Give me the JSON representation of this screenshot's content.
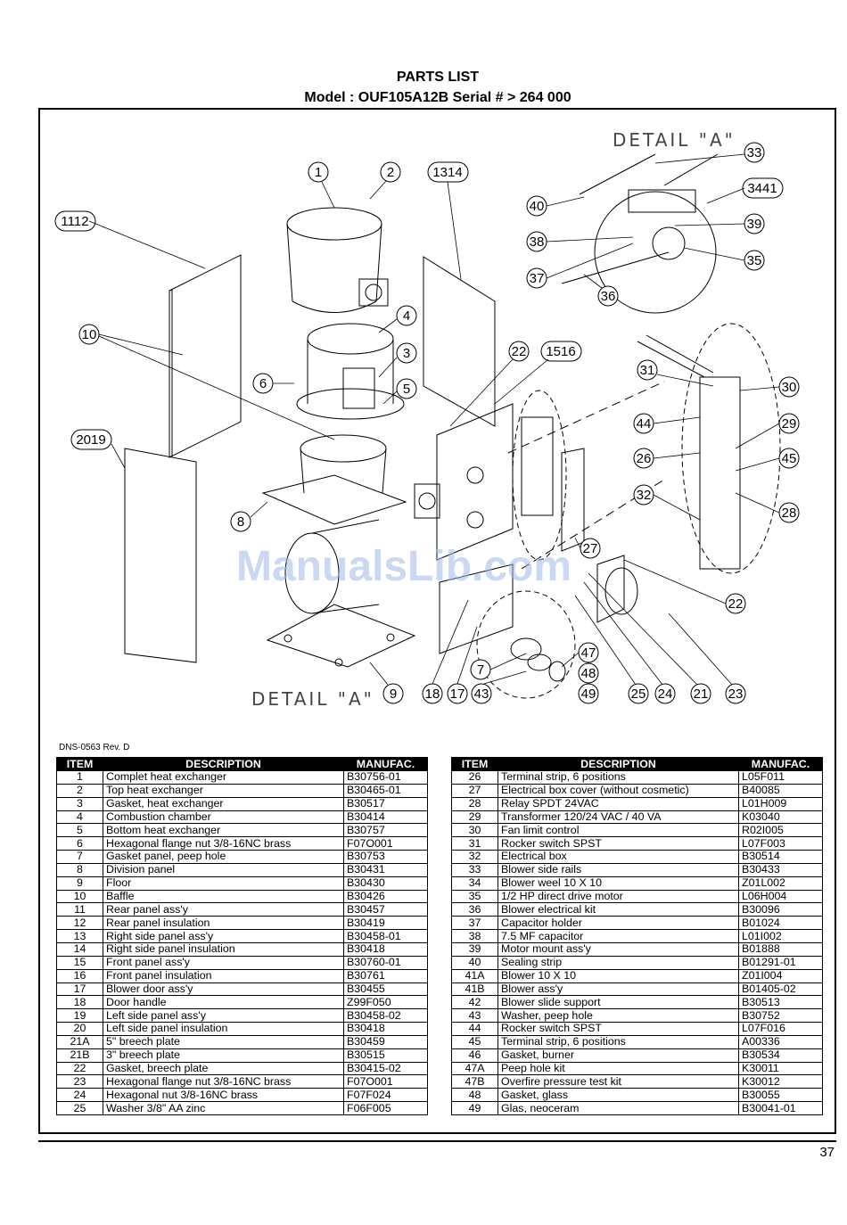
{
  "header": {
    "title": "PARTS LIST",
    "model_line": "Model : OUF105A12B Serial # > 264 000"
  },
  "drawing": {
    "detail_label_top": "DETAIL \"A\"",
    "detail_label_bottom": "DETAIL \"A\"",
    "watermark": "ManualsLib.com",
    "callouts": [
      "1",
      "2",
      "1314",
      "1112",
      "4",
      "3",
      "5",
      "6",
      "10",
      "2019",
      "8",
      "22",
      "1516",
      "31",
      "30",
      "29",
      "44",
      "26",
      "45",
      "32",
      "28",
      "27",
      "22",
      "7",
      "43",
      "17",
      "18",
      "9",
      "47",
      "48",
      "49",
      "25",
      "24",
      "21",
      "23",
      "33",
      "3441",
      "40",
      "38",
      "39",
      "35",
      "37",
      "36"
    ]
  },
  "doc_ref": "DNS-0563 Rev. D",
  "table_headers": {
    "item": "ITEM",
    "description": "DESCRIPTION",
    "manufac": "MANUFAC."
  },
  "parts_left": [
    {
      "item": "1",
      "description": "Complet heat exchanger",
      "manufac": "B30756-01"
    },
    {
      "item": "2",
      "description": "Top heat exchanger",
      "manufac": "B30465-01"
    },
    {
      "item": "3",
      "description": "Gasket, heat exchanger",
      "manufac": "B30517"
    },
    {
      "item": "4",
      "description": "Combustion chamber",
      "manufac": "B30414"
    },
    {
      "item": "5",
      "description": "Bottom heat exchanger",
      "manufac": "B30757"
    },
    {
      "item": "6",
      "description": "Hexagonal flange nut 3/8-16NC brass",
      "manufac": "F07O001"
    },
    {
      "item": "7",
      "description": "Gasket panel, peep hole",
      "manufac": "B30753"
    },
    {
      "item": "8",
      "description": "Division panel",
      "manufac": "B30431"
    },
    {
      "item": "9",
      "description": "Floor",
      "manufac": "B30430"
    },
    {
      "item": "10",
      "description": "Baffle",
      "manufac": "B30426"
    },
    {
      "item": "11",
      "description": "Rear panel ass'y",
      "manufac": "B30457"
    },
    {
      "item": "12",
      "description": "Rear panel insulation",
      "manufac": "B30419"
    },
    {
      "item": "13",
      "description": "Right side panel ass'y",
      "manufac": "B30458-01"
    },
    {
      "item": "14",
      "description": "Right side panel insulation",
      "manufac": "B30418"
    },
    {
      "item": "15",
      "description": "Front panel ass'y",
      "manufac": "B30760-01"
    },
    {
      "item": "16",
      "description": "Front panel insulation",
      "manufac": "B30761"
    },
    {
      "item": "17",
      "description": "Blower door ass'y",
      "manufac": "B30455"
    },
    {
      "item": "18",
      "description": "Door handle",
      "manufac": "Z99F050"
    },
    {
      "item": "19",
      "description": "Left side panel ass'y",
      "manufac": "B30458-02"
    },
    {
      "item": "20",
      "description": "Left side panel insulation",
      "manufac": "B30418"
    },
    {
      "item": "21A",
      "description": "5\" breech plate",
      "manufac": "B30459"
    },
    {
      "item": "21B",
      "description": "3\" breech plate",
      "manufac": "B30515"
    },
    {
      "item": "22",
      "description": "Gasket, breech plate",
      "manufac": "B30415-02"
    },
    {
      "item": "23",
      "description": "Hexagonal flange nut 3/8-16NC brass",
      "manufac": "F07O001"
    },
    {
      "item": "24",
      "description": "Hexagonal nut 3/8-16NC brass",
      "manufac": "F07F024"
    },
    {
      "item": "25",
      "description": "Washer 3/8\" AA zinc",
      "manufac": "F06F005"
    }
  ],
  "parts_right": [
    {
      "item": "26",
      "description": "Terminal strip, 6 positions",
      "manufac": "L05F011"
    },
    {
      "item": "27",
      "description": "Electrical box cover  (without cosmetic)",
      "manufac": "B40085"
    },
    {
      "item": "28",
      "description": "Relay SPDT 24VAC",
      "manufac": "L01H009"
    },
    {
      "item": "29",
      "description": "Transformer 120/24 VAC / 40 VA",
      "manufac": "K03040"
    },
    {
      "item": "30",
      "description": "Fan limit control",
      "manufac": "R02I005"
    },
    {
      "item": "31",
      "description": "Rocker switch SPST",
      "manufac": "L07F003"
    },
    {
      "item": "32",
      "description": "Electrical box",
      "manufac": "B30514"
    },
    {
      "item": "33",
      "description": "Blower side rails",
      "manufac": "B30433"
    },
    {
      "item": "34",
      "description": "Blower weel 10 X 10",
      "manufac": "Z01L002"
    },
    {
      "item": "35",
      "description": "1/2 HP direct drive motor",
      "manufac": "L06H004"
    },
    {
      "item": "36",
      "description": "Blower electrical kit",
      "manufac": "B30096"
    },
    {
      "item": "37",
      "description": "Capacitor holder",
      "manufac": "B01024"
    },
    {
      "item": "38",
      "description": "7.5 MF capacitor",
      "manufac": "L01I002"
    },
    {
      "item": "39",
      "description": "Motor mount ass'y",
      "manufac": "B01888"
    },
    {
      "item": "40",
      "description": "Sealing strip",
      "manufac": "B01291-01"
    },
    {
      "item": "41A",
      "description": "Blower 10 X 10",
      "manufac": "Z01I004"
    },
    {
      "item": "41B",
      "description": "Blower ass'y",
      "manufac": "B01405-02"
    },
    {
      "item": "42",
      "description": "Blower slide support",
      "manufac": "B30513"
    },
    {
      "item": "43",
      "description": "Washer, peep hole",
      "manufac": "B30752"
    },
    {
      "item": "44",
      "description": "Rocker switch SPST",
      "manufac": "L07F016"
    },
    {
      "item": "45",
      "description": "Terminal strip, 6 positions",
      "manufac": "A00336"
    },
    {
      "item": "46",
      "description": "Gasket, burner",
      "manufac": "B30534"
    },
    {
      "item": "47A",
      "description": "Peep hole kit",
      "manufac": "K30011"
    },
    {
      "item": "47B",
      "description": "Overfire pressure test kit",
      "manufac": "K30012"
    },
    {
      "item": "48",
      "description": "Gasket, glass",
      "manufac": "B30055"
    },
    {
      "item": "49",
      "description": "Glas, neoceram",
      "manufac": "B30041-01"
    }
  ],
  "page_number": "37"
}
